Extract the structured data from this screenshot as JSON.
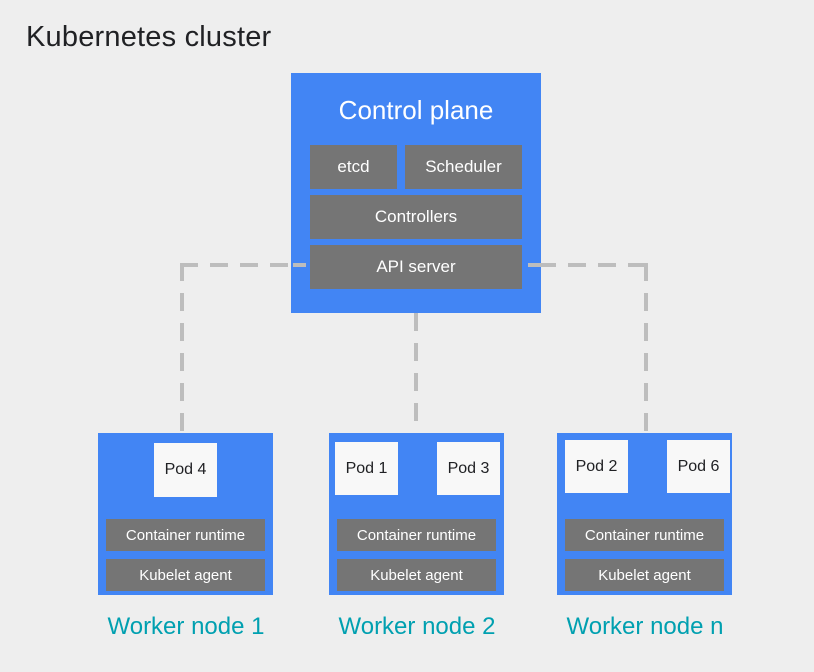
{
  "title": "Kubernetes cluster",
  "colors": {
    "background": "#eeeeee",
    "node_blue": "#4285f4",
    "component_gray": "#757575",
    "pod_white": "#f8f8f8",
    "label_teal": "#00a0b0",
    "connector_gray": "#bdbdbd",
    "title_text": "#202124"
  },
  "control_plane": {
    "title": "Control plane",
    "components": [
      {
        "name": "etcd",
        "label": "etcd"
      },
      {
        "name": "scheduler",
        "label": "Scheduler"
      },
      {
        "name": "controllers",
        "label": "Controllers"
      },
      {
        "name": "api-server",
        "label": "API server"
      }
    ]
  },
  "worker_nodes": [
    {
      "label": "Worker node 1",
      "pods": [
        {
          "label": "Pod 4"
        }
      ],
      "runtime": "Container runtime",
      "kubelet": "Kubelet agent"
    },
    {
      "label": "Worker node 2",
      "pods": [
        {
          "label": "Pod 1"
        },
        {
          "label": "Pod 3"
        }
      ],
      "runtime": "Container runtime",
      "kubelet": "Kubelet agent"
    },
    {
      "label": "Worker node n",
      "pods": [
        {
          "label": "Pod 2"
        },
        {
          "label": "Pod 6"
        }
      ],
      "runtime": "Container runtime",
      "kubelet": "Kubelet agent"
    }
  ],
  "connectors": [
    {
      "name": "api-server-to-worker-node-1",
      "style": "dashed"
    },
    {
      "name": "api-server-to-worker-node-2",
      "style": "dashed"
    },
    {
      "name": "api-server-to-worker-node-n",
      "style": "dashed"
    }
  ]
}
